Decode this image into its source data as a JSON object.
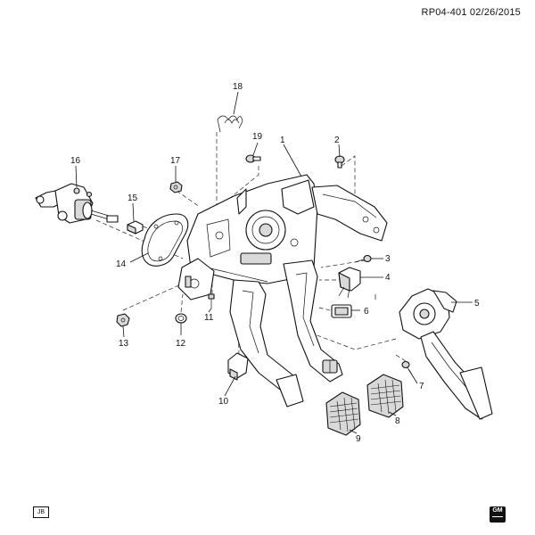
{
  "header": {
    "reference": "RP04-401  02/26/2015"
  },
  "callouts": {
    "c1": "1",
    "c2": "2",
    "c3": "3",
    "c4": "4",
    "c5": "5",
    "c6": "6",
    "c7": "7",
    "c8": "8",
    "c9": "9",
    "c10": "10",
    "c11": "11",
    "c12": "12",
    "c13": "13",
    "c14": "14",
    "c15": "15",
    "c16": "16",
    "c17": "17",
    "c18": "18",
    "c19": "19"
  },
  "footer": {
    "left_icon_text": "JB",
    "logo_text": "GM"
  },
  "colors": {
    "line": "#111111",
    "background": "#ffffff",
    "shade": "#d9d9d9"
  }
}
